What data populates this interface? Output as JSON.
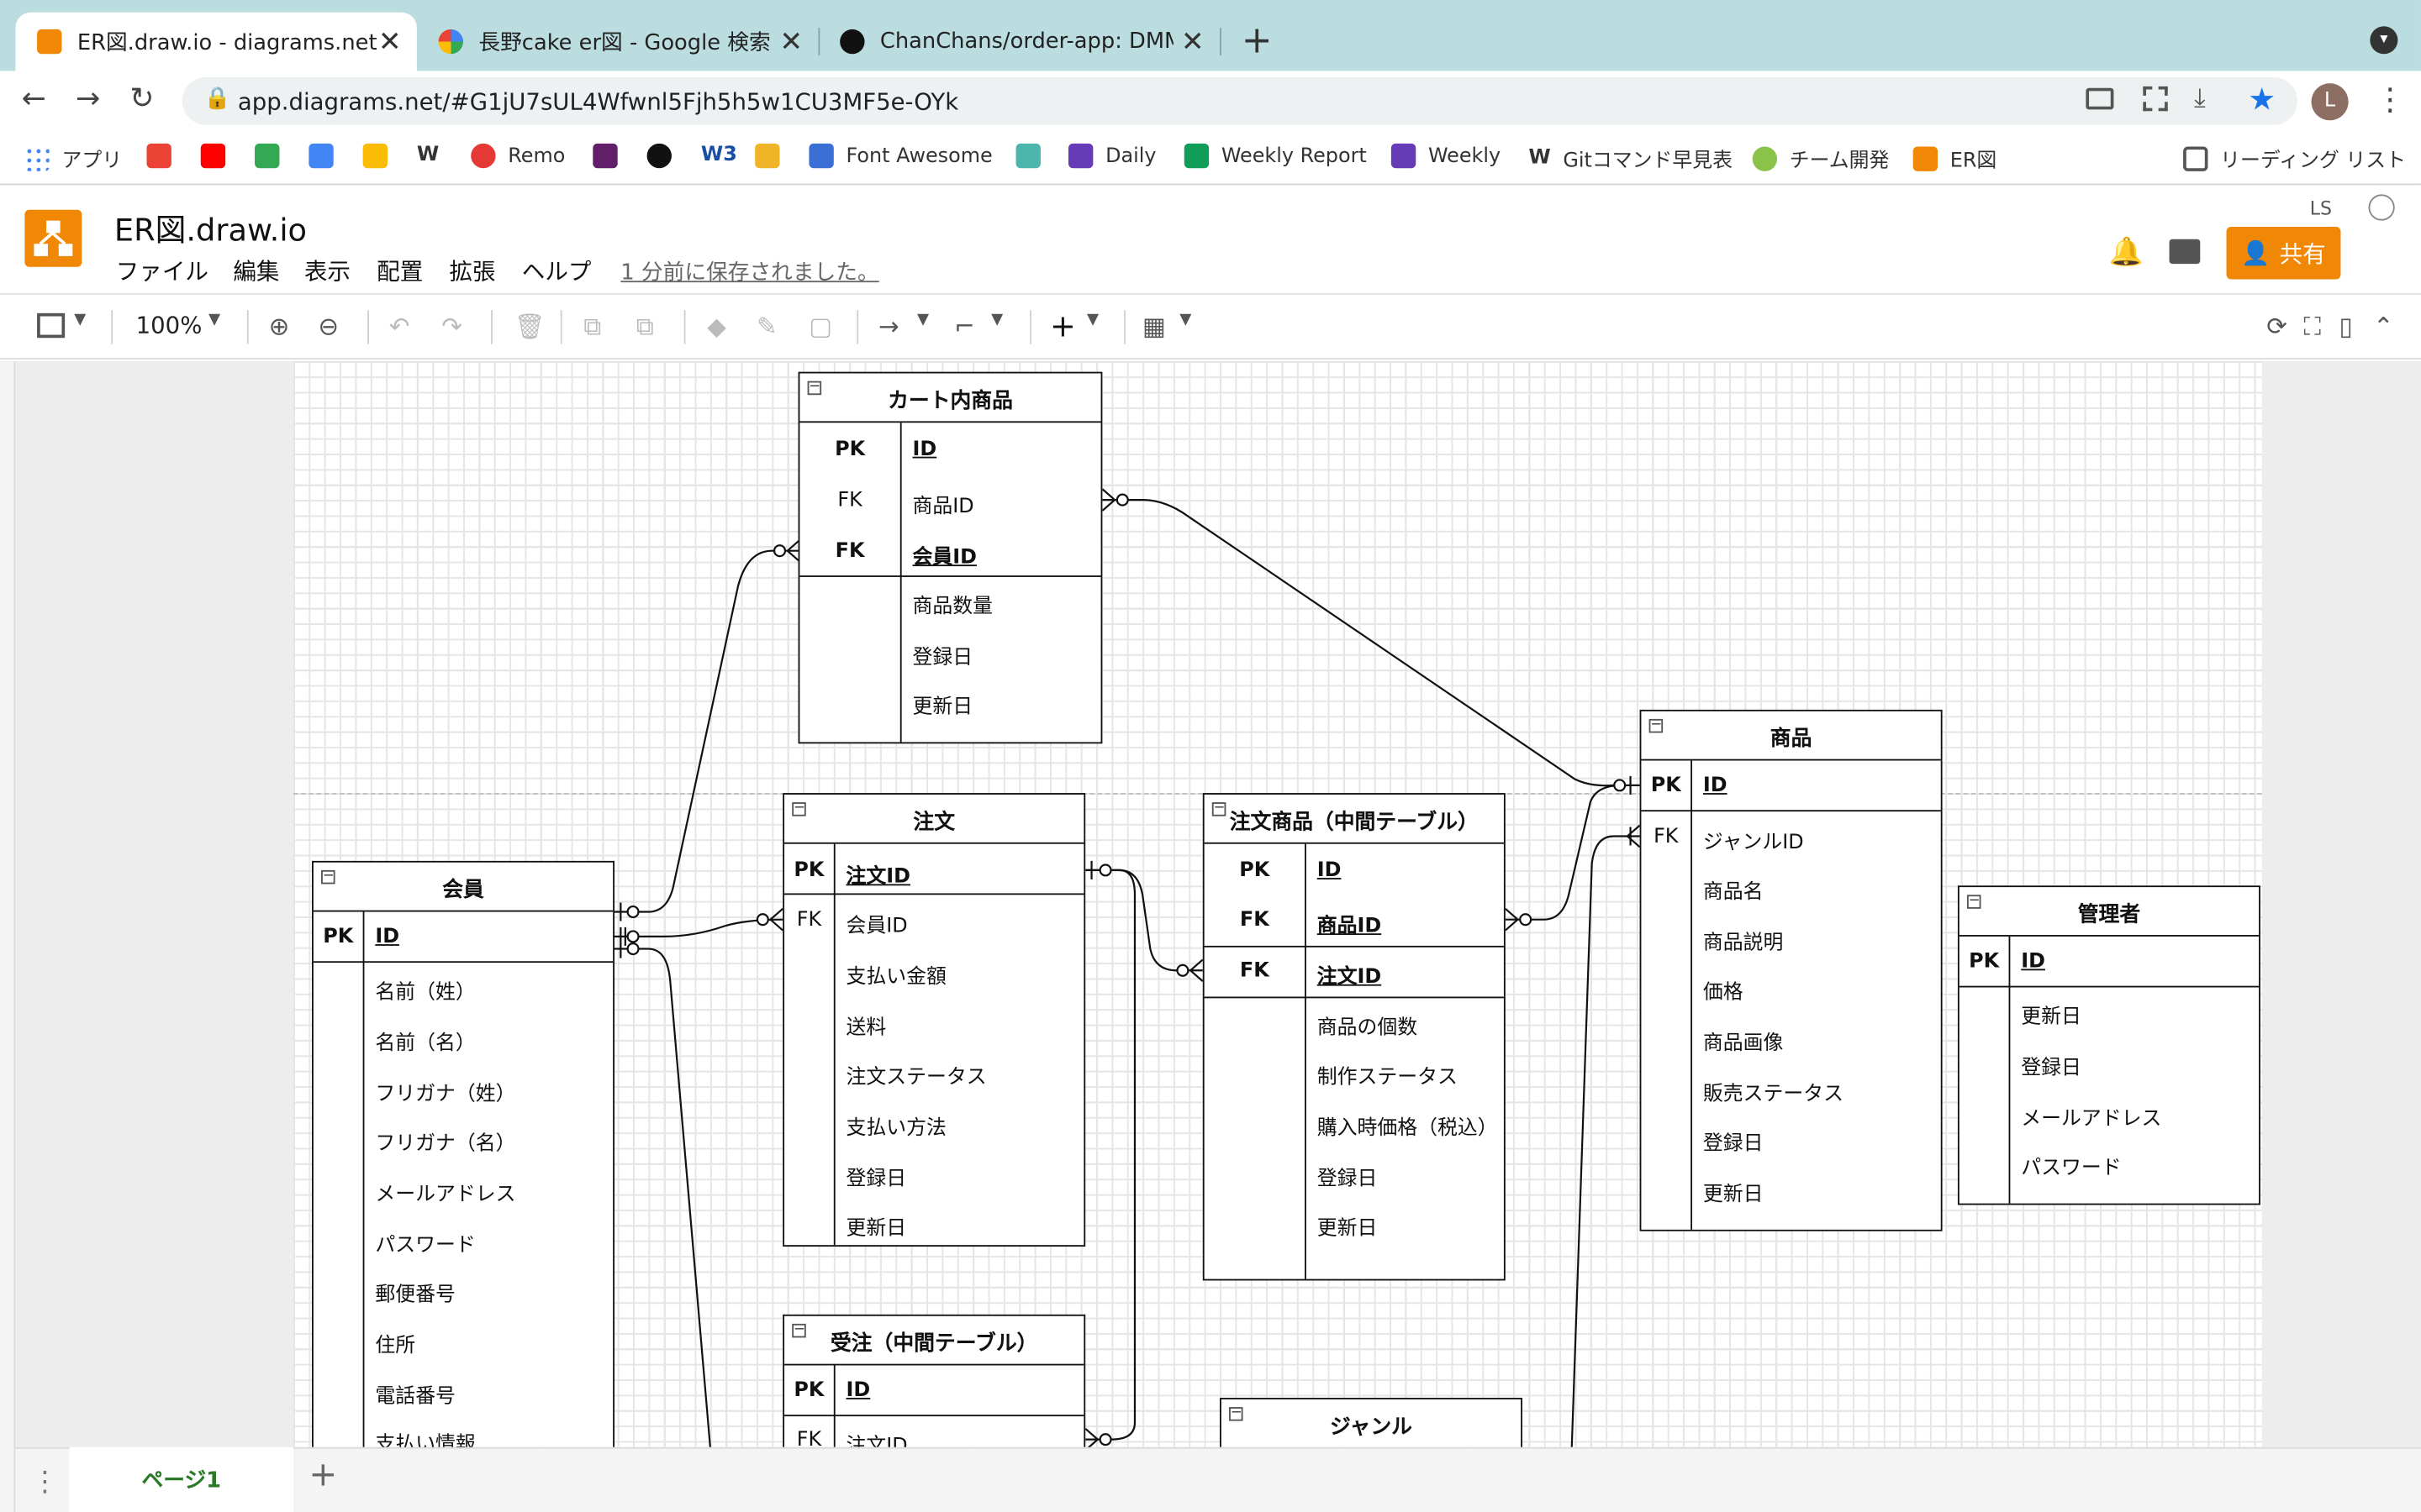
{
  "browser": {
    "tabs": [
      {
        "title": "ER図.draw.io - diagrams.net",
        "active": true,
        "icon": "drawio-icon"
      },
      {
        "title": "長野cake er図 - Google 検索",
        "active": false,
        "icon": "google-icon"
      },
      {
        "title": "ChanChans/order-app: DMMW",
        "active": false,
        "icon": "github-icon"
      }
    ],
    "new_tab": "+",
    "url": "app.diagrams.net/#G1jU7sUL4Wfwnl5Fjh5h5w1CU3MF5e-OYk",
    "avatar_letter": "L",
    "bookmarks": [
      "アプリ",
      "",
      "",
      "",
      "",
      "",
      "W",
      "Remo",
      "",
      "",
      "W3",
      "",
      "Font Awesome",
      "",
      "Daily",
      "Weekly Report",
      "Weekly",
      "Gitコマンド早見表",
      "チーム開発",
      "ER図"
    ],
    "reading_list": "リーディング リスト"
  },
  "app": {
    "title": "ER図.draw.io",
    "menus": [
      "ファイル",
      "編集",
      "表示",
      "配置",
      "拡張",
      "ヘルプ"
    ],
    "saved_status": "1 分前に保存されました。",
    "user_initials": "LS",
    "share_label": "共有",
    "zoom": "100%",
    "accent": "#f08705"
  },
  "diagram": {
    "tables": [
      {
        "id": "cart",
        "title": "カート内商品",
        "keys": [
          {
            "k": "PK",
            "b": true,
            "f": "ID",
            "u": true
          },
          {
            "k": "FK",
            "b": false,
            "f": "商品ID",
            "u": false
          },
          {
            "k": "FK",
            "b": true,
            "f": "会員ID",
            "u": true
          }
        ],
        "fields": [
          "商品数量",
          "登録日",
          "更新日"
        ]
      },
      {
        "id": "order",
        "title": "注文",
        "keys": [
          {
            "k": "PK",
            "b": true,
            "f": "注文ID",
            "u": true
          },
          {
            "k": "FK",
            "b": false,
            "f": "会員ID",
            "u": false
          }
        ],
        "fields": [
          "支払い金額",
          "送料",
          "注文ステータス",
          "支払い方法",
          "登録日",
          "更新日"
        ]
      },
      {
        "id": "orderitem",
        "title": "注文商品（中間テーブル）",
        "keys": [
          {
            "k": "PK",
            "b": true,
            "f": "ID",
            "u": true
          },
          {
            "k": "FK",
            "b": true,
            "f": "商品ID",
            "u": true
          },
          {
            "k": "FK",
            "b": true,
            "f": "注文ID",
            "u": true
          }
        ],
        "fields": [
          "商品の個数",
          "制作ステータス",
          "購入時価格（税込）",
          "登録日",
          "更新日"
        ]
      },
      {
        "id": "product",
        "title": "商品",
        "keys": [
          {
            "k": "PK",
            "b": true,
            "f": "ID",
            "u": true
          },
          {
            "k": "FK",
            "b": false,
            "f": "ジャンルID",
            "u": false
          }
        ],
        "fields": [
          "商品名",
          "商品説明",
          "価格",
          "商品画像",
          "販売ステータス",
          "登録日",
          "更新日"
        ]
      },
      {
        "id": "member",
        "title": "会員",
        "keys": [
          {
            "k": "PK",
            "b": true,
            "f": "ID",
            "u": true
          }
        ],
        "fields": [
          "名前（姓）",
          "名前（名）",
          "フリガナ（姓）",
          "フリガナ（名）",
          "メールアドレス",
          "パスワード",
          "郵便番号",
          "住所",
          "電話番号",
          "支払い情報"
        ]
      },
      {
        "id": "admin",
        "title": "管理者",
        "keys": [
          {
            "k": "PK",
            "b": true,
            "f": "ID",
            "u": true
          }
        ],
        "fields": [
          "更新日",
          "登録日",
          "メールアドレス",
          "パスワード"
        ]
      },
      {
        "id": "receive",
        "title": "受注（中間テーブル）",
        "keys": [
          {
            "k": "PK",
            "b": true,
            "f": "ID",
            "u": true
          },
          {
            "k": "FK",
            "b": false,
            "f": "注文ID",
            "u": false
          }
        ],
        "fields": []
      },
      {
        "id": "genre",
        "title": "ジャンル",
        "keys": [],
        "fields": []
      }
    ]
  },
  "pages": {
    "current": "ページ1",
    "add": "+"
  }
}
